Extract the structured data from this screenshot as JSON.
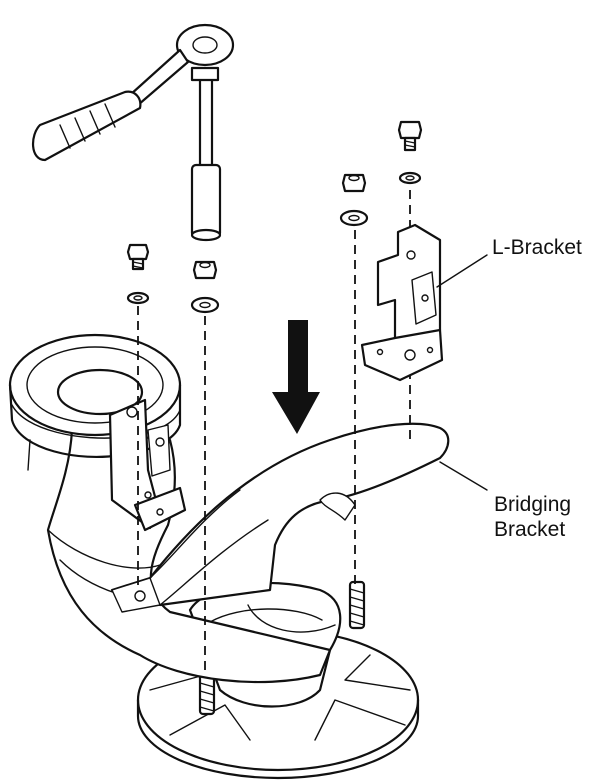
{
  "labels": {
    "l_bracket": "L-Bracket",
    "bridging_bracket_line1": "Bridging",
    "bridging_bracket_line2": "Bracket"
  },
  "colors": {
    "line": "#111111",
    "background": "#ffffff"
  }
}
